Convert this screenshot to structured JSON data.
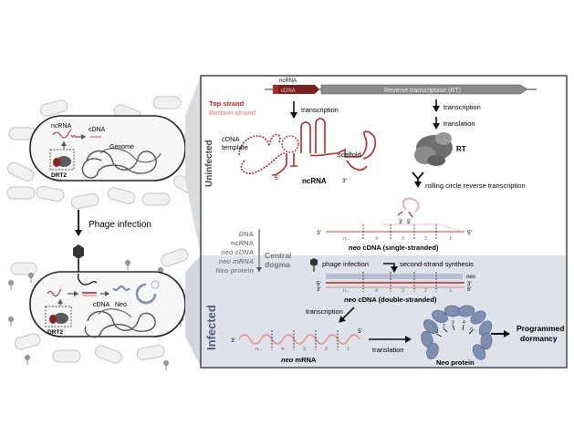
{
  "colors": {
    "rna_red": "#b3272a",
    "rna_pink": "#e7a3a3",
    "dark_red": "#7a1f1f",
    "rt_gray": "#8a8a8a",
    "panel_gray": "#e4e6ea",
    "infected_bg": "#dfe2ea",
    "protein_blue": "#7d8fb0",
    "cell_fill": "#f2f2f2"
  },
  "cells": {
    "top": {
      "ncrna": "ncRNA",
      "cdna": "cDNA",
      "genome": "Genome",
      "drt2": "DRT2"
    },
    "arrow_label": "Phage infection",
    "bottom": {
      "cdna": "cDNA",
      "neo": "Neo",
      "drt2": "DRT2"
    }
  },
  "panel": {
    "uninfected_label": "Uninfected",
    "infected_label": "Infected",
    "gene_map": {
      "ncrna": "ncRNA",
      "cdna": "cDNA",
      "rt": "Reverse transcriptase (RT)"
    },
    "legend": {
      "top_strand": "Top strand",
      "bottom_strand": "Bottom strand"
    },
    "steps": {
      "transcription_left": "transcription",
      "transcription_right": "transcription",
      "translation_right": "translation",
      "cdna_template": "cDNA\ntemplate",
      "scaffold": "scaffold",
      "ncrna": "ncRNA",
      "rt": "RT",
      "rolling_circle": "rolling circle reverse transcription",
      "ss_label_neo": "neo",
      "ss_label_rest": " cDNA (single-stranded)",
      "phage_infection": "phage infection",
      "second_strand": "second-strand synthesis",
      "ds_label_neo": "neo",
      "ds_label_rest": " cDNA (double-stranded)",
      "transcription_bottom": "transcription",
      "mrna_neo": "neo",
      "mrna_rest": " mRNA",
      "translation_bottom": "translation",
      "neo_protein": "Neo protein",
      "programmed": "Programmed",
      "dormancy": "dormancy"
    },
    "central_dogma": {
      "items": [
        "DNA",
        "ncRNA",
        "neo cDNA",
        "neo mRNA",
        "Neo protein"
      ],
      "label": "Central\ndogma"
    },
    "strand_marks": {
      "three_prime": "3'",
      "five_prime": "5'",
      "numbers": [
        "n...",
        "4",
        "3",
        "2",
        "1"
      ],
      "neo": "neo"
    }
  }
}
